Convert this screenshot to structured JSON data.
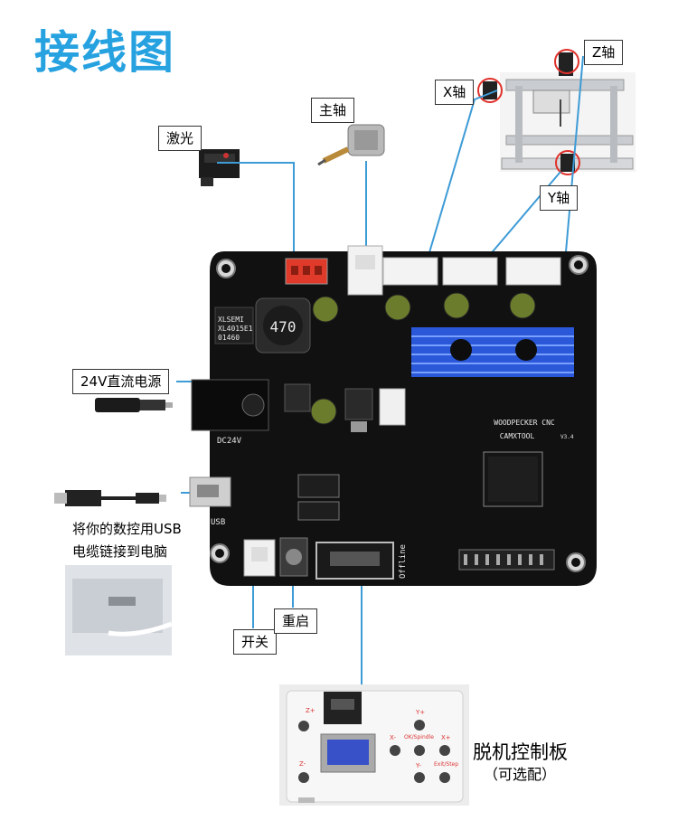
{
  "title": "接线图",
  "labels": {
    "z_axis": "Z轴",
    "x_axis": "X轴",
    "y_axis": "Y轴",
    "spindle": "主轴",
    "laser": "激光",
    "power_supply": "24V直流电源",
    "usb_line1": "将你的数控用USB",
    "usb_line2": "电缆链接到电脑",
    "power_switch": "开关",
    "reset": "重启",
    "offline_board": "脱机控制板",
    "offline_optional": "（可选配）"
  },
  "board": {
    "brand": "WOODPECKER CNC",
    "brand2": "CAMXTOOL",
    "version": "V3.4",
    "dc_label": "DC24V",
    "usb_label": "USB",
    "offline_label": "Offline",
    "chip_text1": "XLSEMI",
    "chip_text2": "XL4015E1",
    "chip_text3": "01460",
    "inductor": "470"
  },
  "offline": {
    "z_plus": "Z+",
    "z_minus": "Z-",
    "y_plus": "Y+",
    "y_minus": "Y-",
    "x_minus": "X-",
    "x_plus": "X+",
    "ok": "OK/Spindle",
    "exit": "Exit/Step"
  },
  "colors": {
    "title": "#27a2e0",
    "board": "#111111",
    "wire": "#3d9bd6",
    "heatsink": "#2a58d8",
    "connector_red": "#e03a2a"
  }
}
